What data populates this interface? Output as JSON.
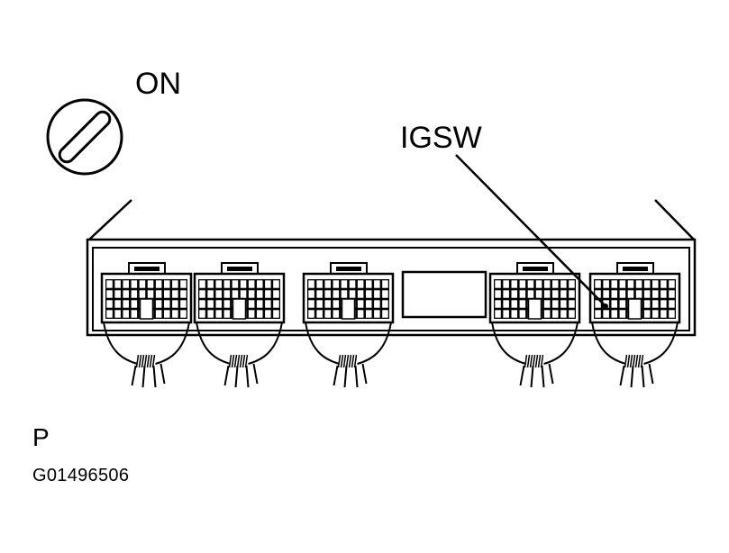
{
  "labels": {
    "ignition_state": "ON",
    "terminal": "IGSW",
    "connector_side": "P",
    "figure_code": "G01496506"
  },
  "connectors": [
    {
      "id": "connector-1"
    },
    {
      "id": "connector-2"
    },
    {
      "id": "connector-3"
    },
    {
      "id": "connector-4"
    },
    {
      "id": "connector-5"
    }
  ],
  "colors": {
    "line": "#000000",
    "background": "#ffffff"
  }
}
